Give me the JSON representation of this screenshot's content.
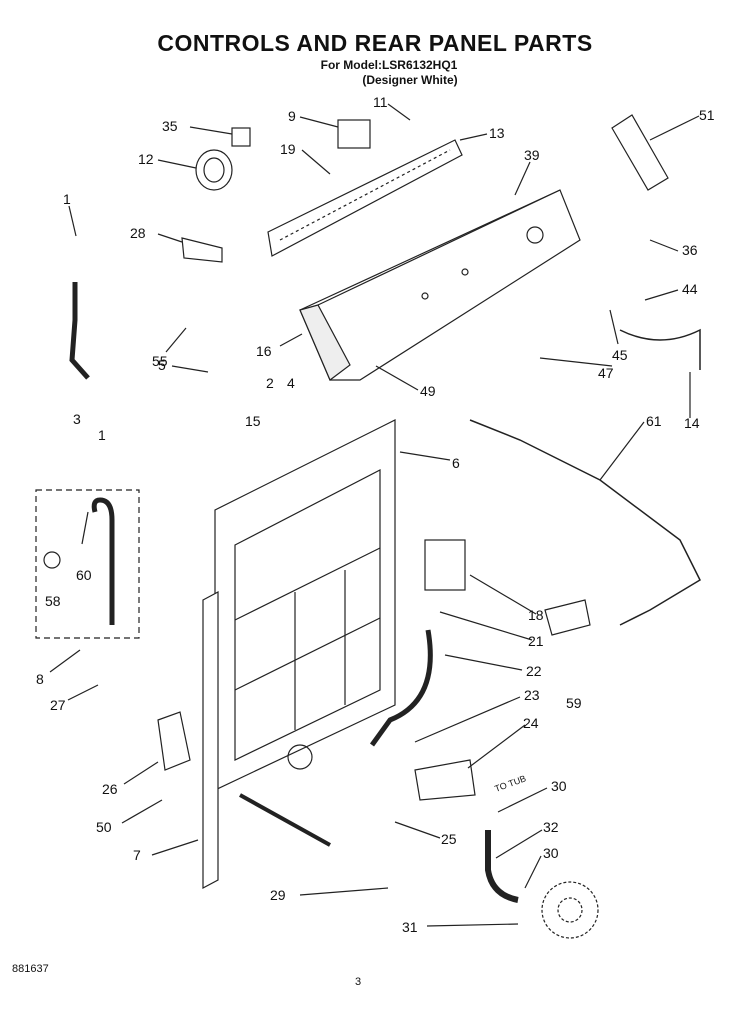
{
  "header": {
    "title": "CONTROLS AND REAR PANEL PARTS",
    "model_line": "For Model:LSR6132HQ1",
    "color_line": "(Designer White)"
  },
  "annotations": {
    "to_tub": "TO TUB"
  },
  "callouts": [
    {
      "id": "c51",
      "label": "51"
    },
    {
      "id": "c9",
      "label": "9"
    },
    {
      "id": "c11",
      "label": "11"
    },
    {
      "id": "c35",
      "label": "35"
    },
    {
      "id": "c13",
      "label": "13"
    },
    {
      "id": "c12",
      "label": "12"
    },
    {
      "id": "c19",
      "label": "19"
    },
    {
      "id": "c39",
      "label": "39"
    },
    {
      "id": "c1a",
      "label": "1"
    },
    {
      "id": "c28",
      "label": "28"
    },
    {
      "id": "c36",
      "label": "36"
    },
    {
      "id": "c44",
      "label": "44"
    },
    {
      "id": "c55",
      "label": "55"
    },
    {
      "id": "c16",
      "label": "16"
    },
    {
      "id": "c45",
      "label": "45"
    },
    {
      "id": "c5",
      "label": "5"
    },
    {
      "id": "c47",
      "label": "47"
    },
    {
      "id": "c49",
      "label": "49"
    },
    {
      "id": "c2",
      "label": "2"
    },
    {
      "id": "c4",
      "label": "4"
    },
    {
      "id": "c3",
      "label": "3"
    },
    {
      "id": "c1b",
      "label": "1"
    },
    {
      "id": "c14",
      "label": "14"
    },
    {
      "id": "c61",
      "label": "61"
    },
    {
      "id": "c15",
      "label": "15"
    },
    {
      "id": "c6",
      "label": "6"
    },
    {
      "id": "c60",
      "label": "60"
    },
    {
      "id": "c58",
      "label": "58"
    },
    {
      "id": "c18",
      "label": "18"
    },
    {
      "id": "c21",
      "label": "21"
    },
    {
      "id": "c8",
      "label": "8"
    },
    {
      "id": "c22",
      "label": "22"
    },
    {
      "id": "c59",
      "label": "59"
    },
    {
      "id": "c27",
      "label": "27"
    },
    {
      "id": "c23",
      "label": "23"
    },
    {
      "id": "c24",
      "label": "24"
    },
    {
      "id": "c26",
      "label": "26"
    },
    {
      "id": "c30a",
      "label": "30"
    },
    {
      "id": "c50",
      "label": "50"
    },
    {
      "id": "c25",
      "label": "25"
    },
    {
      "id": "c32",
      "label": "32"
    },
    {
      "id": "c7",
      "label": "7"
    },
    {
      "id": "c30b",
      "label": "30"
    },
    {
      "id": "c29",
      "label": "29"
    },
    {
      "id": "c31",
      "label": "31"
    }
  ],
  "footer": {
    "doc_number": "881637",
    "page_number": "3"
  }
}
